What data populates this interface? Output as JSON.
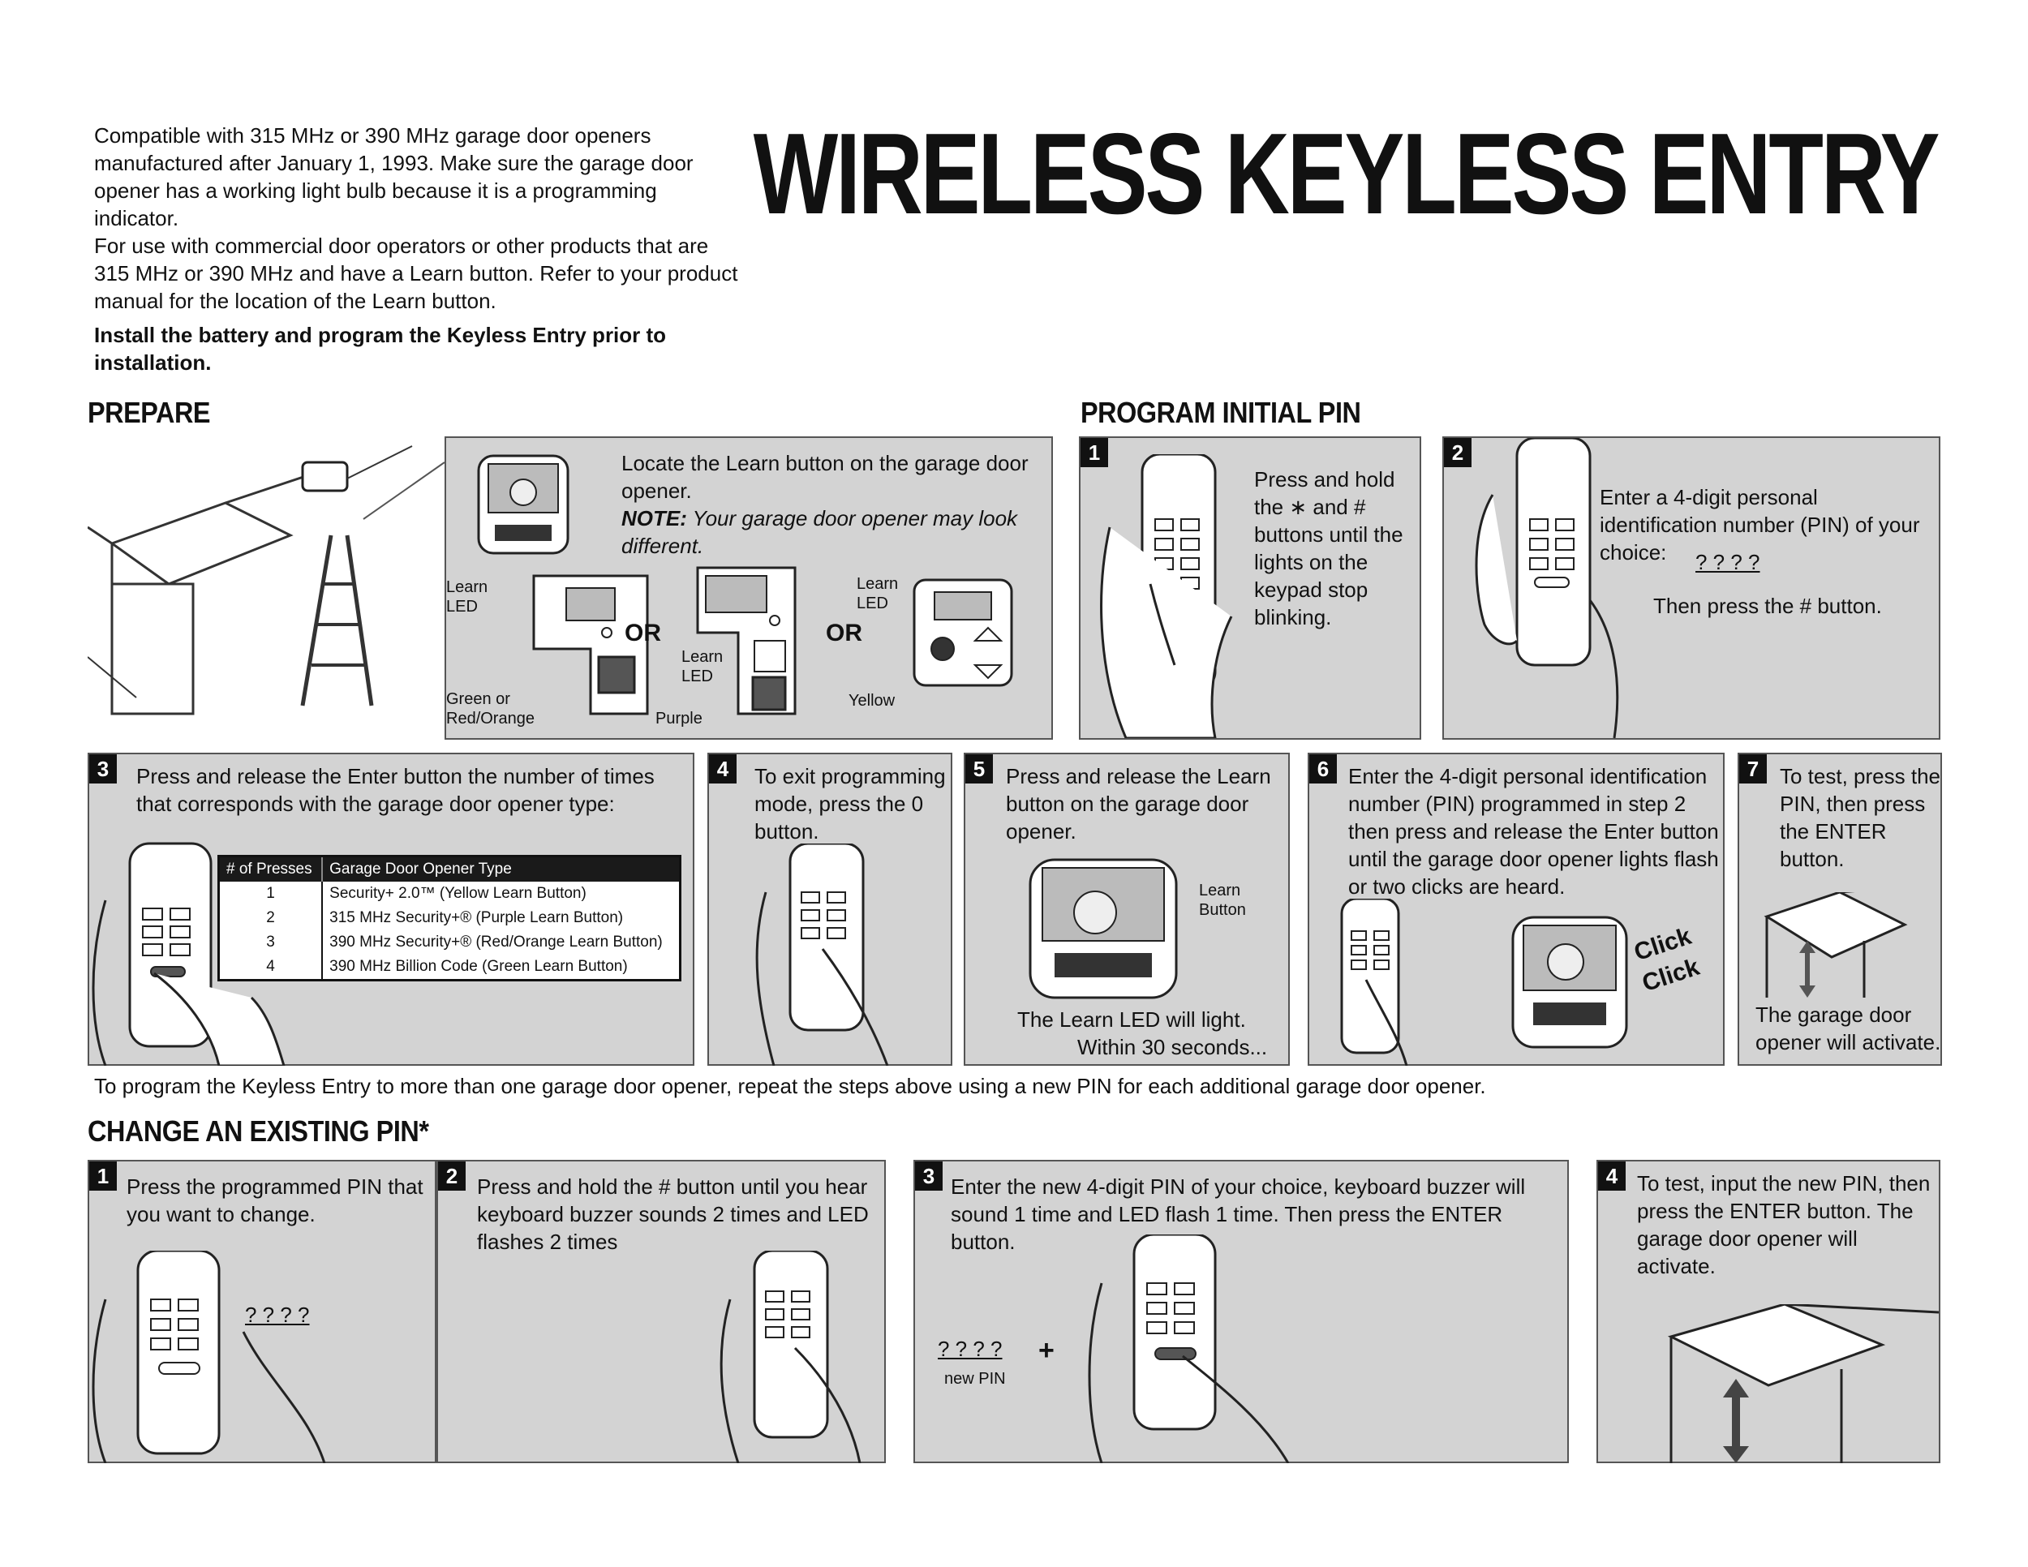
{
  "intro": {
    "p1": "Compatible with 315 MHz or 390 MHz garage door openers manufactured after January 1, 1993. Make sure the garage door opener has a working light bulb because it is a programming indicator.",
    "p2": "For use with commercial door operators or other products that are 315 MHz or 390 MHz and have a Learn button. Refer to your product manual for the location of the Learn button.",
    "p3": "Install the battery and program the Keyless Entry prior to installation."
  },
  "title": "WIRELESS KEYLESS ENTRY",
  "prepare": {
    "heading": "PREPARE",
    "locate_text": "Locate the Learn button on the garage door opener.",
    "note_label": "NOTE:",
    "note_text": "Your garage door opener may look different.",
    "learn_led_a": "Learn LED",
    "green_label": "Green or Red/Orange",
    "or1": "OR",
    "learn_led_b": "Learn LED",
    "purple_label": "Purple",
    "or2": "OR",
    "learn_led_c": "Learn LED",
    "yellow_label": "Yellow"
  },
  "program": {
    "heading": "PROGRAM INITIAL PIN",
    "step1": {
      "num": "1",
      "text": "Press and hold the ∗ and # buttons until the lights on the keypad stop blinking."
    },
    "step2": {
      "num": "2",
      "text": "Enter a 4-digit personal identification number (PIN) of your choice:",
      "pin": "? ? ? ?",
      "then": "Then press the # button."
    },
    "step3": {
      "num": "3",
      "text": "Press and release the Enter button the number of times that corresponds with the garage door opener type:"
    },
    "table": {
      "headers": [
        "# of Presses",
        "Garage Door Opener Type"
      ],
      "rows": [
        [
          "1",
          "Security+ 2.0™ (Yellow Learn Button)"
        ],
        [
          "2",
          "315 MHz Security+® (Purple Learn Button)"
        ],
        [
          "3",
          "390 MHz Security+® (Red/Orange Learn Button)"
        ],
        [
          "4",
          "390 MHz Billion Code (Green Learn Button)"
        ]
      ]
    },
    "step4": {
      "num": "4",
      "text": "To exit programming mode, press the 0 button."
    },
    "step5": {
      "num": "5",
      "text": "Press and release the Learn button on the garage door opener.",
      "learn_button": "Learn Button",
      "led_light": "The Learn LED will light.",
      "within": "Within 30 seconds..."
    },
    "step6": {
      "num": "6",
      "text": "Enter the 4-digit personal identification number (PIN) programmed in step 2 then press and release the Enter button until the garage door opener lights flash or two clicks are heard.",
      "click1": "Click",
      "click2": "Click"
    },
    "step7": {
      "num": "7",
      "text": "To test, press the PIN, then press the ENTER button.",
      "activate": "The garage door opener will activate."
    },
    "repeat_note": "To program the Keyless Entry to more than one garage door opener, repeat the steps above using a new PIN for each additional garage door opener."
  },
  "change": {
    "heading": "CHANGE AN EXISTING PIN*",
    "step1": {
      "num": "1",
      "text": "Press the programmed PIN that you want to change.",
      "pin": "? ? ? ?"
    },
    "step2": {
      "num": "2",
      "text": "Press and hold the # button until you hear keyboard buzzer sounds 2 times and LED flashes 2 times"
    },
    "step3": {
      "num": "3",
      "text": "Enter the new 4-digit PIN of your choice, keyboard buzzer will sound 1 time and LED flash 1 time. Then press the ENTER button.",
      "pin": "? ? ? ?",
      "plus": "+",
      "new_pin": "new PIN"
    },
    "step4": {
      "num": "4",
      "text": "To test, input the new PIN, then press the ENTER button. The garage door opener will activate."
    }
  }
}
